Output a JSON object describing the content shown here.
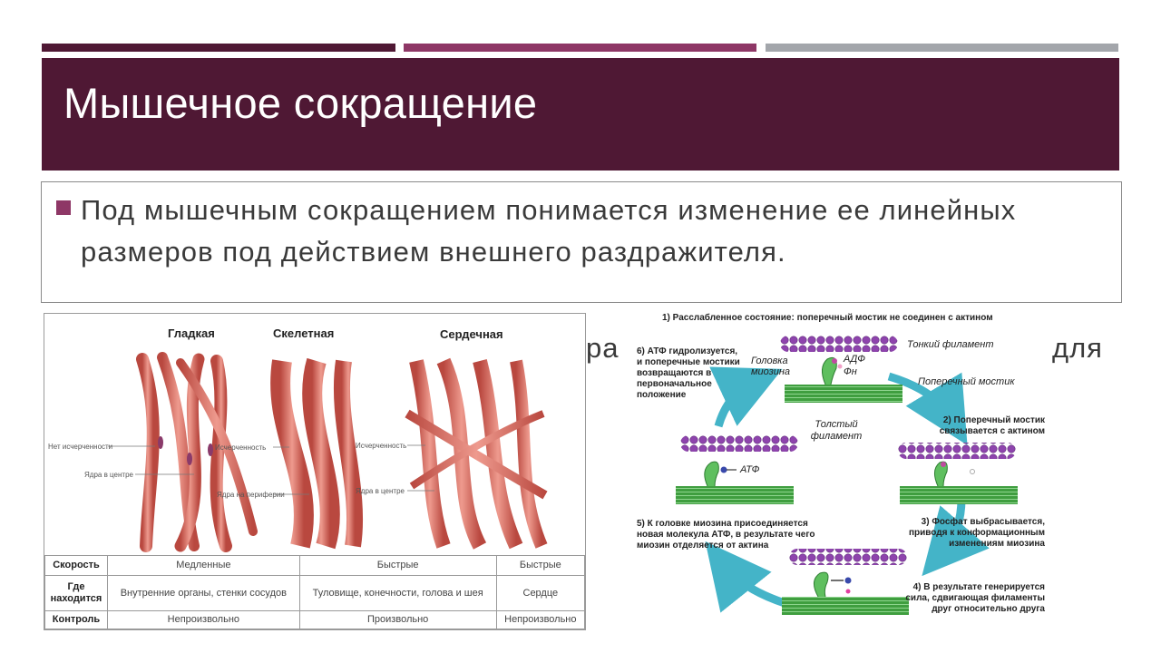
{
  "slide": {
    "title": "Мышечное сокращение",
    "bullet": "Под мышечным сокращением понимается изменение ее линейных размеров под действием внешнего раздражителя.",
    "obscured_text_fragments": [
      "ра",
      "для"
    ]
  },
  "colors": {
    "title_bar": "#4f1834",
    "deco_1": "#4f1834",
    "deco_2": "#8e3766",
    "deco_3": "#a3a6ab",
    "bullet": "#8e3766",
    "muscle": "#d9736a",
    "myosin": "#4caf50",
    "actin": "#8e44ad",
    "arrow": "#44b4c8"
  },
  "muscle_figure": {
    "types": [
      "Гладкая",
      "Скелетная",
      "Сердечная"
    ],
    "callouts": {
      "smooth_striation": "Нет исчерченности",
      "smooth_nucleus": "Ядра в центре",
      "skeletal_striation": "Исчерченность",
      "skeletal_nucleus": "Ядра на периферии",
      "cardiac_striation": "Исчерченность",
      "cardiac_nucleus": "Ядра в центре"
    },
    "table": [
      {
        "header": "Скорость",
        "cells": [
          "Медленные",
          "Быстрые",
          "Быстрые"
        ]
      },
      {
        "header": "Где находится",
        "cells": [
          "Внутренние органы, стенки сосудов",
          "Туловище, конечности, голова и шея",
          "Сердце"
        ]
      },
      {
        "header": "Контроль",
        "cells": [
          "Непроизвольно",
          "Произвольно",
          "Непроизвольно"
        ]
      }
    ]
  },
  "cycle_figure": {
    "step1": "1) Расслабленное состояние: поперечный мостик не соединен с актином",
    "step2": "2) Поперечный мостик связывается с актином",
    "step3": "3) Фосфат выбрасывается, приводя к конформационным изменениям миозина",
    "step4": "4) В результате генерируется сила, сдвигающая филаменты друг относительно друга",
    "step5": "5) К головке миозина присоединяется новая молекула АТФ, в результате чего миозин отделяется от актина",
    "step6": "6) АТФ гидролизуется, и поперечные мостики возвращаются в первоначальное положение",
    "labels": {
      "thin": "Тонкий филамент",
      "head": "Головка миозина",
      "adp": "АДФ",
      "pn": "Фн",
      "bridge": "Поперечный мостик",
      "thick": "Толстый филамент",
      "atp": "АТФ"
    }
  }
}
